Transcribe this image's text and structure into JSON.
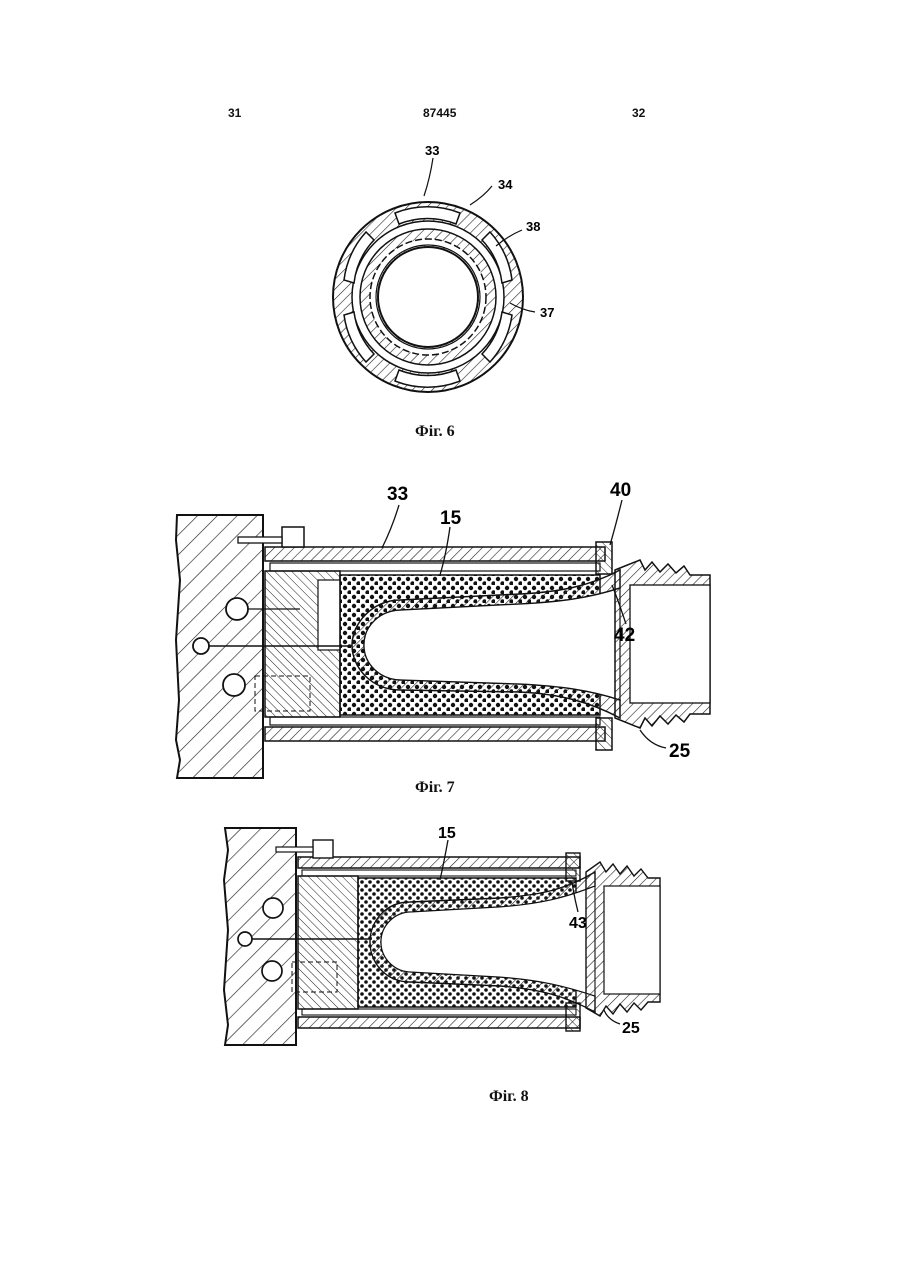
{
  "header": {
    "page_left": "31",
    "patent_number": "87445",
    "page_right": "32"
  },
  "figures": [
    {
      "caption": "Фіг. 6",
      "labels": [
        "33",
        "34",
        "38",
        "37"
      ]
    },
    {
      "caption": "Фіг. 7",
      "labels": [
        "33",
        "15",
        "40",
        "42",
        "25"
      ]
    },
    {
      "caption": "Фіг. 8",
      "labels": [
        "15",
        "43",
        "25"
      ]
    }
  ]
}
